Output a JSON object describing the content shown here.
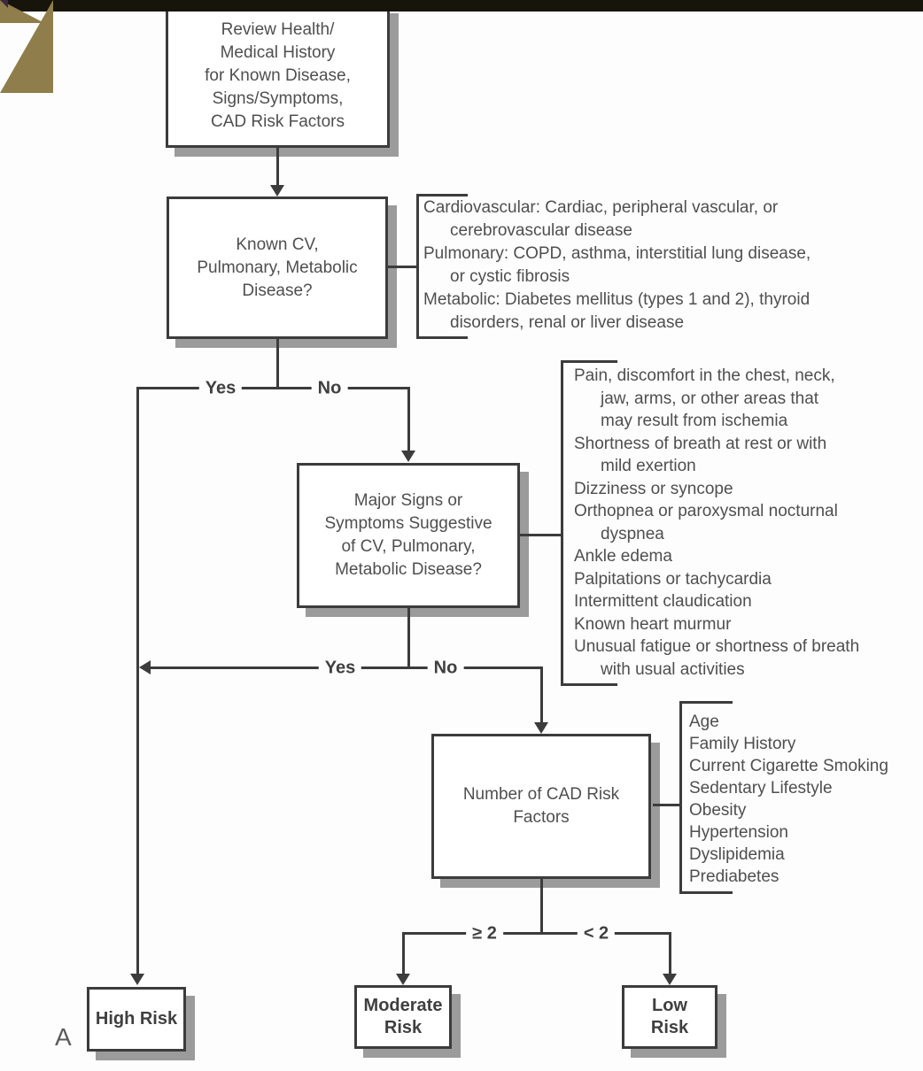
{
  "page": {
    "figure_label": "A"
  },
  "colors": {
    "line": "#3c3c3c",
    "text": "#4f4f4f",
    "box_shadow": "#9b9b9b",
    "page_edge_dark": "#17140c",
    "page_corner_brown": "#8f7d4b"
  },
  "boxes": {
    "review": "Review Health/\nMedical History\nfor Known Disease,\nSigns/Symptoms,\nCAD Risk Factors",
    "known_disease": "Known CV,\nPulmonary, Metabolic\nDisease?",
    "major_signs": "Major Signs or\nSymptoms Suggestive\nof CV, Pulmonary,\nMetabolic Disease?",
    "cad_factors": "Number of CAD Risk\nFactors",
    "high_risk": "High Risk",
    "moderate_risk": "Moderate\nRisk",
    "low_risk": "Low\nRisk"
  },
  "branch_labels": {
    "yes1": "Yes",
    "no1": "No",
    "yes2": "Yes",
    "no2": "No",
    "ge2": "≥ 2",
    "lt2": "< 2"
  },
  "side_notes": {
    "disease_definitions": {
      "lines": [
        {
          "text": "Cardiovascular: Cardiac, peripheral vascular, or",
          "indent": false
        },
        {
          "text": "cerebrovascular disease",
          "indent": true
        },
        {
          "text": "Pulmonary: COPD, asthma, interstitial lung disease,",
          "indent": false
        },
        {
          "text": "or cystic fibrosis",
          "indent": true
        },
        {
          "text": "Metabolic: Diabetes mellitus (types 1 and 2), thyroid",
          "indent": false
        },
        {
          "text": "disorders, renal or liver disease",
          "indent": true
        }
      ]
    },
    "signs_symptoms": {
      "lines": [
        {
          "text": "Pain, discomfort in the chest, neck,",
          "indent": false
        },
        {
          "text": "jaw, arms, or other areas that",
          "indent": true
        },
        {
          "text": "may result from ischemia",
          "indent": true
        },
        {
          "text": "Shortness of breath at rest or with",
          "indent": false
        },
        {
          "text": "mild exertion",
          "indent": true
        },
        {
          "text": "Dizziness or syncope",
          "indent": false
        },
        {
          "text": "Orthopnea or paroxysmal nocturnal",
          "indent": false
        },
        {
          "text": "dyspnea",
          "indent": true
        },
        {
          "text": "Ankle edema",
          "indent": false
        },
        {
          "text": "Palpitations or tachycardia",
          "indent": false
        },
        {
          "text": "Intermittent claudication",
          "indent": false
        },
        {
          "text": "Known heart murmur",
          "indent": false
        },
        {
          "text": "Unusual fatigue or shortness of breath",
          "indent": false
        },
        {
          "text": "with usual activities",
          "indent": true
        }
      ]
    },
    "risk_factors": {
      "lines": [
        {
          "text": "Age",
          "indent": false
        },
        {
          "text": "Family History",
          "indent": false
        },
        {
          "text": "Current Cigarette Smoking",
          "indent": false
        },
        {
          "text": "Sedentary Lifestyle",
          "indent": false
        },
        {
          "text": "Obesity",
          "indent": false
        },
        {
          "text": "Hypertension",
          "indent": false
        },
        {
          "text": "Dyslipidemia",
          "indent": false
        },
        {
          "text": "Prediabetes",
          "indent": false
        }
      ]
    }
  }
}
